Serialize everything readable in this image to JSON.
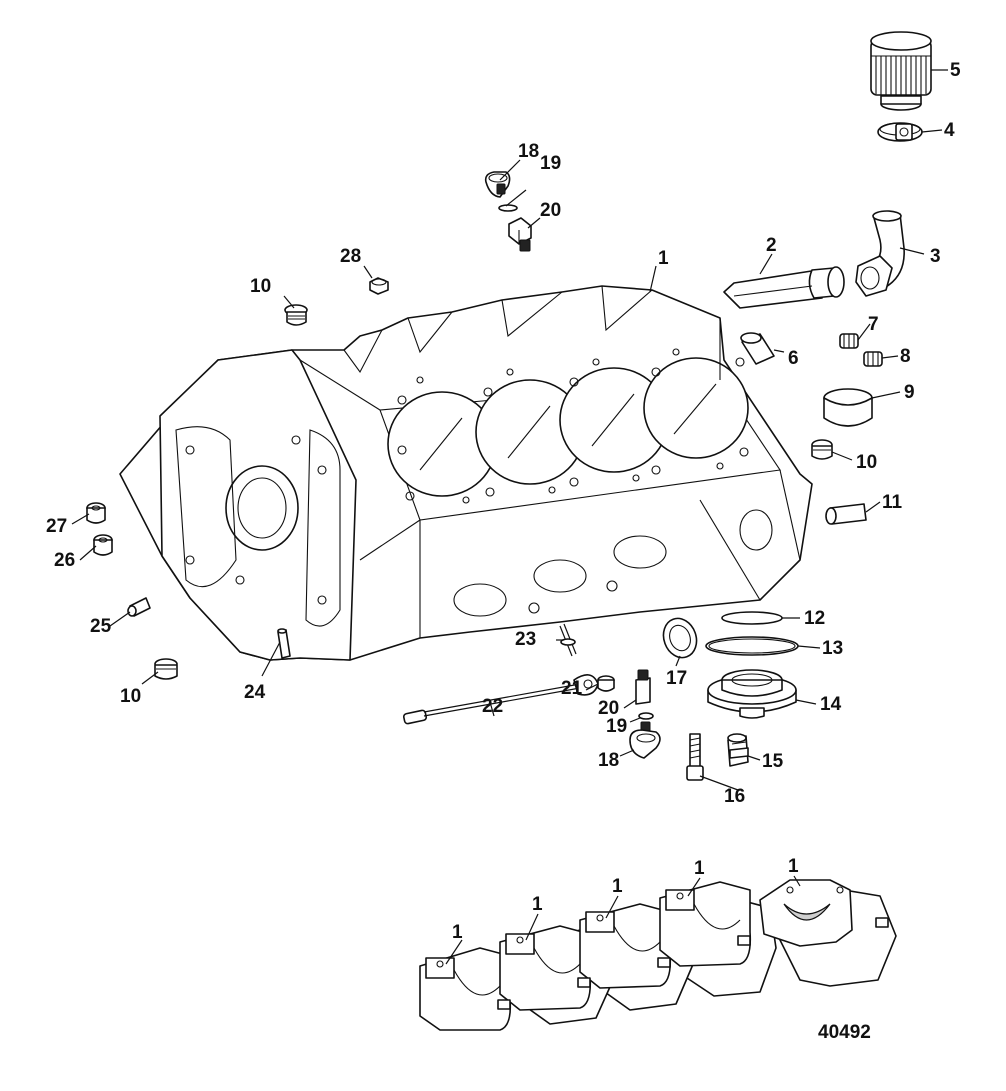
{
  "figure_id": "40492",
  "callouts": [
    {
      "id": "c5",
      "label": "5"
    },
    {
      "id": "c4",
      "label": "4"
    },
    {
      "id": "c18a",
      "label": "18"
    },
    {
      "id": "c19a",
      "label": "19"
    },
    {
      "id": "c20a",
      "label": "20"
    },
    {
      "id": "c3",
      "label": "3"
    },
    {
      "id": "c2",
      "label": "2"
    },
    {
      "id": "c28",
      "label": "28"
    },
    {
      "id": "c1a",
      "label": "1"
    },
    {
      "id": "c10a",
      "label": "10"
    },
    {
      "id": "c7",
      "label": "7"
    },
    {
      "id": "c6",
      "label": "6"
    },
    {
      "id": "c8",
      "label": "8"
    },
    {
      "id": "c9",
      "label": "9"
    },
    {
      "id": "c10b",
      "label": "10"
    },
    {
      "id": "c11",
      "label": "11"
    },
    {
      "id": "c27",
      "label": "27"
    },
    {
      "id": "c26",
      "label": "26"
    },
    {
      "id": "c25",
      "label": "25"
    },
    {
      "id": "c12",
      "label": "12"
    },
    {
      "id": "c13",
      "label": "13"
    },
    {
      "id": "c10c",
      "label": "10"
    },
    {
      "id": "c24",
      "label": "24"
    },
    {
      "id": "c23",
      "label": "23"
    },
    {
      "id": "c17",
      "label": "17"
    },
    {
      "id": "c21",
      "label": "21"
    },
    {
      "id": "c20b",
      "label": "20"
    },
    {
      "id": "c22",
      "label": "22"
    },
    {
      "id": "c14",
      "label": "14"
    },
    {
      "id": "c19b",
      "label": "19"
    },
    {
      "id": "c18b",
      "label": "18"
    },
    {
      "id": "c15",
      "label": "15"
    },
    {
      "id": "c16",
      "label": "16"
    },
    {
      "id": "c1b",
      "label": "1"
    },
    {
      "id": "c1c",
      "label": "1"
    },
    {
      "id": "c1d",
      "label": "1"
    },
    {
      "id": "c1e",
      "label": "1"
    },
    {
      "id": "c1f",
      "label": "1"
    }
  ]
}
